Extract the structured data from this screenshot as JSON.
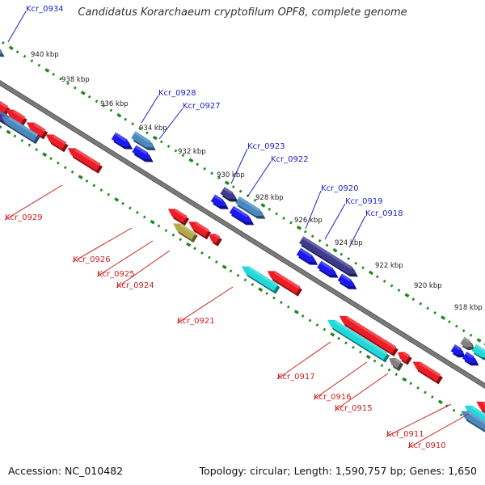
{
  "title": "Candidatus Korarchaeum cryptofilum OPF8, complete genome",
  "footer": {
    "accession": "Accession: NC_010482",
    "summary": "Topology: circular; Length: 1,590,757 bp; Genes: 1,650"
  },
  "colors": {
    "backbone": "#7a7a7a",
    "tick": "#1f8a1f",
    "forward_label": "#1e1ecc",
    "reverse_label": "#cc1e1e",
    "gene_red": "#ee1c24",
    "gene_blue": "#1a1aee",
    "gene_steel": "#4a88c0",
    "gene_indigo": "#3e3a8c",
    "gene_cyan": "#22d8d8",
    "gene_olive": "#b3a84a",
    "gene_gray": "#808080"
  },
  "scale_labels": [
    "940 kbp",
    "938 kbp",
    "936 kbp",
    "934 kbp",
    "932 kbp",
    "930 kbp",
    "928 kbp",
    "926 kbp",
    "924 kbp",
    "922 kbp",
    "920 kbp",
    "918 kbp"
  ],
  "forward_gene_labels": [
    "Kcr_0934",
    "Kcr_0928",
    "Kcr_0927",
    "Kcr_0923",
    "Kcr_0922",
    "Kcr_0920",
    "Kcr_0919",
    "Kcr_0918"
  ],
  "reverse_gene_labels": [
    "Kcr_0929",
    "Kcr_0926",
    "Kcr_0925",
    "Kcr_0924",
    "Kcr_0921",
    "Kcr_0917",
    "Kcr_0916",
    "Kcr_0915",
    "Kcr_0911",
    "Kcr_0910"
  ]
}
